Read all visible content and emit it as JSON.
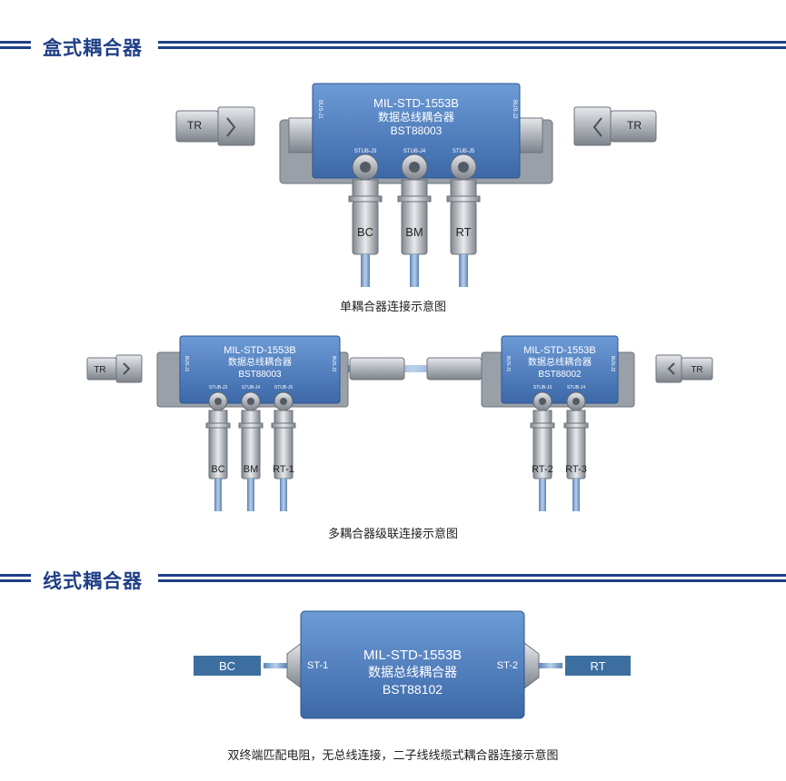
{
  "sections": [
    {
      "title": "盒式耦合器"
    },
    {
      "title": "线式耦合器"
    }
  ],
  "box_single": {
    "model": "MIL-STD-1553B",
    "name": "数据总线耦合器",
    "part": "BST88003",
    "bus_left": "BUS-J1",
    "bus_right": "BUS-J2",
    "stubs": [
      "STUB-J3",
      "STUB-J4",
      "STUB-J5"
    ],
    "tr_left": "TR",
    "tr_right": "TR",
    "terminals": [
      "BC",
      "BM",
      "RT"
    ],
    "caption": "单耦合器连接示意图"
  },
  "box_cascade": {
    "left": {
      "model": "MIL-STD-1553B",
      "name": "数据总线耦合器",
      "part": "BST88003",
      "bus_left": "BUS-J1",
      "bus_right": "BUS-J2",
      "stubs": [
        "STUB-J3",
        "STUB-J4",
        "STUB-J5"
      ],
      "terminals": [
        "BC",
        "BM",
        "RT-1"
      ]
    },
    "right": {
      "model": "MIL-STD-1553B",
      "name": "数据总线耦合器",
      "part": "BST88002",
      "bus_left": "BUS-J1",
      "bus_right": "BUS-J2",
      "stubs": [
        "STUB-J3",
        "STUB-J4"
      ],
      "terminals": [
        "RT-2",
        "RT-3"
      ]
    },
    "tr_left": "TR",
    "tr_right": "TR",
    "caption": "多耦合器级联连接示意图"
  },
  "inline": {
    "model": "MIL-STD-1553B",
    "name": "数据总线耦合器",
    "part": "BST88102",
    "st_left": "ST-1",
    "st_right": "ST-2",
    "left_box": "BC",
    "right_box": "RT",
    "caption": "双终端匹配电阻，无总线连接，二子线线缆式耦合器连接示意图"
  },
  "colors": {
    "accent": "#1f3f86",
    "coupler_blue": "#4f7fc0",
    "connector_grey": "#b8bcc2",
    "cable_blue": "#7a9fcc",
    "label_box": "#3c6fa0"
  }
}
